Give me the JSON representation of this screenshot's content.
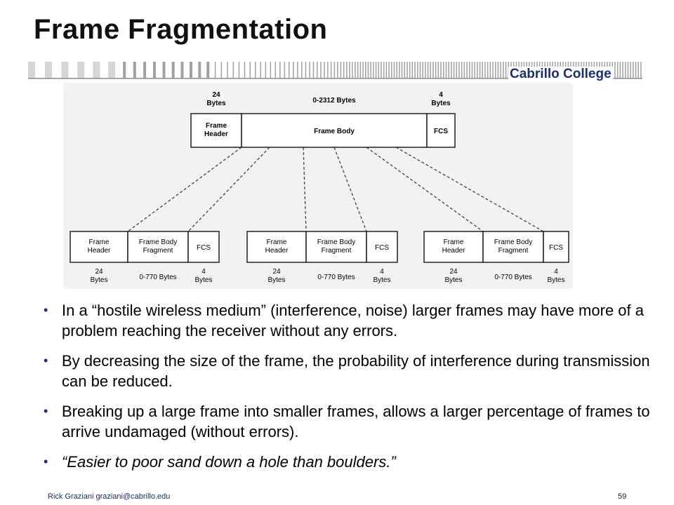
{
  "slide": {
    "title": "Frame Fragmentation",
    "college": "Cabrillo College",
    "footer_author": "Rick Graziani  graziani@cabrillo.edu",
    "page_number": "59"
  },
  "diagram": {
    "top": {
      "header_size": "24\nBytes",
      "body_size": "0-2312 Bytes",
      "fcs_size": "4\nBytes",
      "header_label": "Frame\nHeader",
      "body_label": "Frame Body",
      "fcs_label": "FCS"
    },
    "fragment": {
      "header_label": "Frame\nHeader",
      "body_label": "Frame Body\nFragment",
      "fcs_label": "FCS",
      "header_size": "24\nBytes",
      "body_size": "0-770 Bytes",
      "fcs_size": "4\nBytes"
    }
  },
  "bullets": [
    {
      "text": "In a “hostile wireless medium” (interference, noise) larger frames may have more of a problem reaching the receiver without any errors."
    },
    {
      "text": "By decreasing the size of the frame, the probability of interference during transmission can be reduced."
    },
    {
      "text": "Breaking up a large frame into smaller frames, allows a larger percentage of frames to arrive undamaged (without errors)."
    },
    {
      "text": "“Easier to poor sand down a hole than boulders.”"
    }
  ],
  "colors": {
    "accent": "#1c2f6e",
    "barcode": "#8a8a8a"
  }
}
